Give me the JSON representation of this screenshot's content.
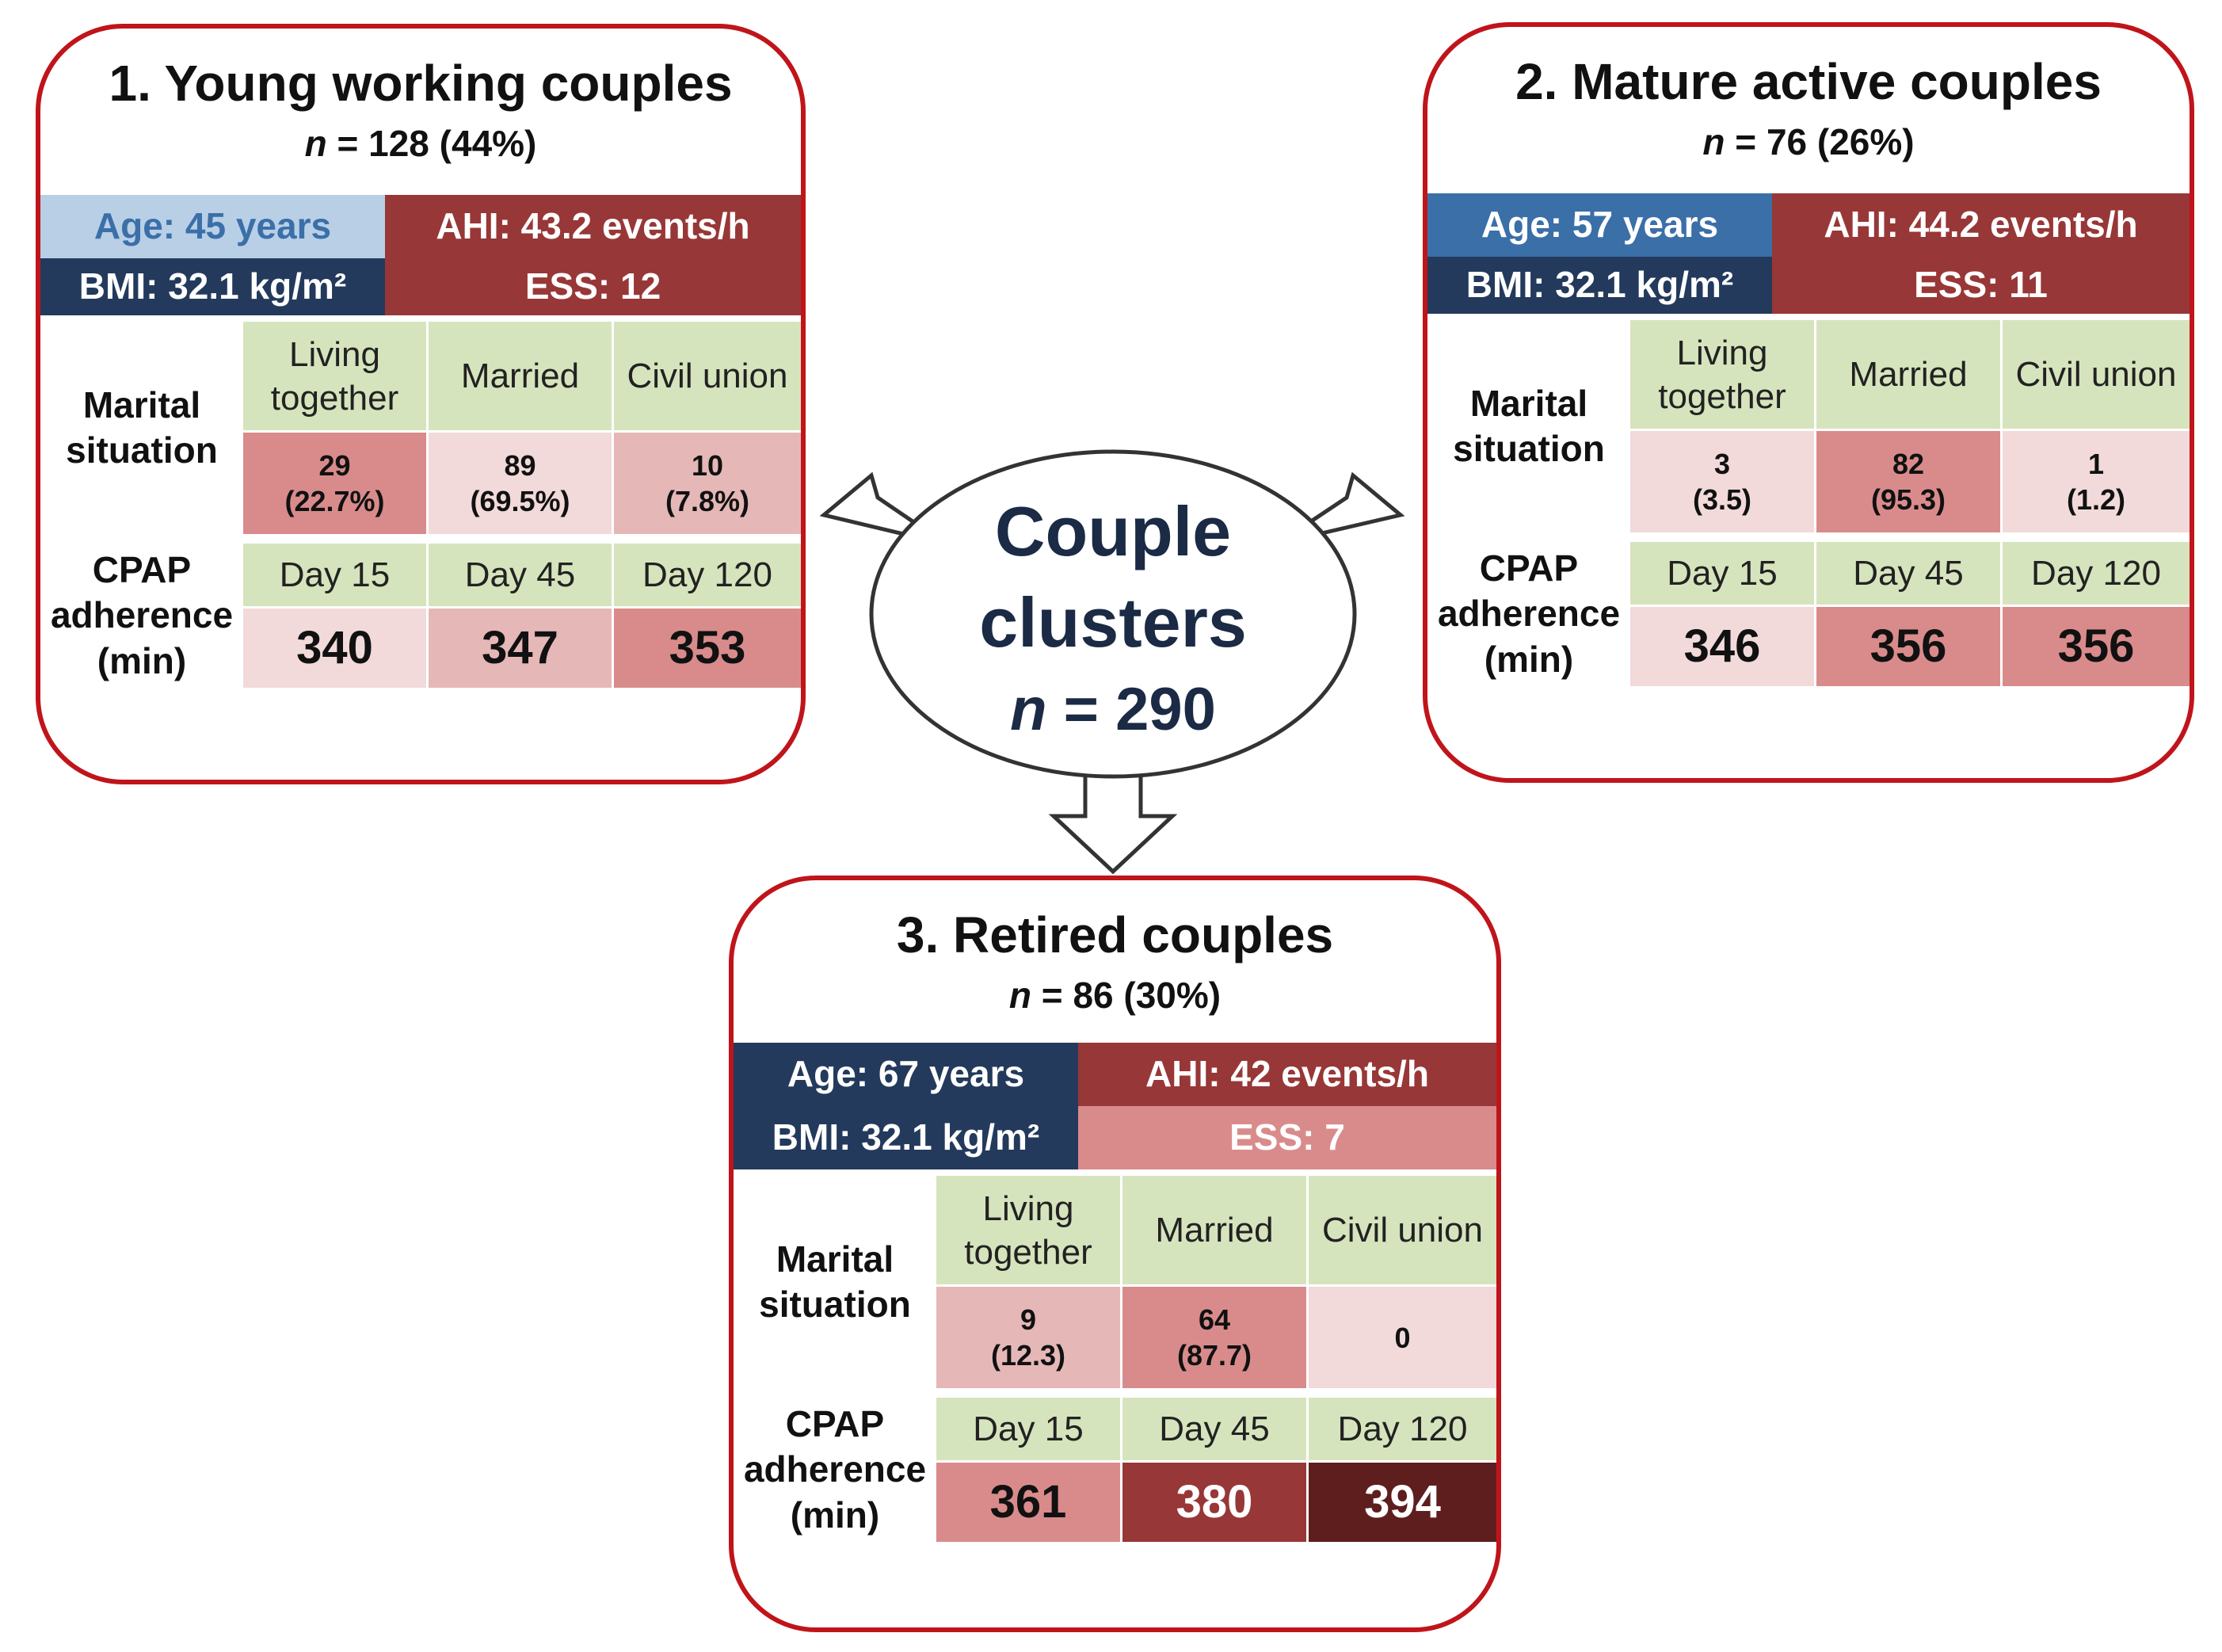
{
  "center": {
    "line1": "Couple",
    "line2": "clusters",
    "n_label": "n",
    "n_value": "= 290"
  },
  "labels": {
    "marital": "Marital situation",
    "cpap": "CPAP adherence (min)"
  },
  "clusters": [
    {
      "title": "1. Young working couples",
      "n_label": "n",
      "n_value": "= 128 (44%)",
      "age": "Age: 45 years",
      "bmi": "BMI: 32.1 kg/m²",
      "ahi": "AHI: 43.2 events/h",
      "ess": "ESS: 12",
      "marital_headers": [
        "Living together",
        "Married",
        "Civil union"
      ],
      "marital_values": [
        "29\n(22.7%)",
        "89\n(69.5%)",
        "10\n(7.8%)"
      ],
      "cpap_headers": [
        "Day 15",
        "Day 45",
        "Day 120"
      ],
      "cpap_values": [
        "340",
        "347",
        "353"
      ],
      "colors": {
        "age_bg": "#b8cfe6",
        "age_fg": "#3b6fa8",
        "bmi_bg": "#233a5c",
        "bmi_fg": "#ffffff",
        "ahi_bg": "#983737",
        "ahi_fg": "#ffffff",
        "ess_bg": "#983737",
        "ess_fg": "#ffffff",
        "marital": [
          "#d98b8b",
          "#f2dada",
          "#e6b7b7"
        ],
        "cpap": [
          "#f2dada",
          "#e6b7b7",
          "#d98b8b"
        ],
        "cpap_fg": [
          "#111111",
          "#111111",
          "#111111"
        ]
      }
    },
    {
      "title": "2. Mature active couples",
      "n_label": "n",
      "n_value": "= 76 (26%)",
      "age": "Age: 57 years",
      "bmi": "BMI: 32.1 kg/m²",
      "ahi": "AHI: 44.2 events/h",
      "ess": "ESS: 11",
      "marital_headers": [
        "Living together",
        "Married",
        "Civil union"
      ],
      "marital_values": [
        "3\n(3.5)",
        "82\n(95.3)",
        "1\n(1.2)"
      ],
      "cpap_headers": [
        "Day 15",
        "Day 45",
        "Day 120"
      ],
      "cpap_values": [
        "346",
        "356",
        "356"
      ],
      "colors": {
        "age_bg": "#3b6fa8",
        "age_fg": "#ffffff",
        "bmi_bg": "#233a5c",
        "bmi_fg": "#ffffff",
        "ahi_bg": "#983737",
        "ahi_fg": "#ffffff",
        "ess_bg": "#983737",
        "ess_fg": "#ffffff",
        "marital": [
          "#f2dada",
          "#d98b8b",
          "#f2dada"
        ],
        "cpap": [
          "#f2dada",
          "#d98b8b",
          "#d98b8b"
        ],
        "cpap_fg": [
          "#111111",
          "#111111",
          "#111111"
        ]
      }
    },
    {
      "title": "3. Retired couples",
      "n_label": "n",
      "n_value": "= 86 (30%)",
      "age": "Age: 67 years",
      "bmi": "BMI: 32.1 kg/m²",
      "ahi": "AHI: 42 events/h",
      "ess": "ESS: 7",
      "marital_headers": [
        "Living together",
        "Married",
        "Civil union"
      ],
      "marital_values": [
        "9\n(12.3)",
        "64\n(87.7)",
        "0"
      ],
      "cpap_headers": [
        "Day 15",
        "Day 45",
        "Day 120"
      ],
      "cpap_values": [
        "361",
        "380",
        "394"
      ],
      "colors": {
        "age_bg": "#233a5c",
        "age_fg": "#ffffff",
        "bmi_bg": "#233a5c",
        "bmi_fg": "#ffffff",
        "ahi_bg": "#983737",
        "ahi_fg": "#ffffff",
        "ess_bg": "#d98b8b",
        "ess_fg": "#ffffff",
        "marital": [
          "#e6b7b7",
          "#d98b8b",
          "#f2dada"
        ],
        "cpap": [
          "#d98b8b",
          "#983737",
          "#5e1e1e"
        ],
        "cpap_fg": [
          "#111111",
          "#ffffff",
          "#ffffff"
        ]
      }
    }
  ]
}
